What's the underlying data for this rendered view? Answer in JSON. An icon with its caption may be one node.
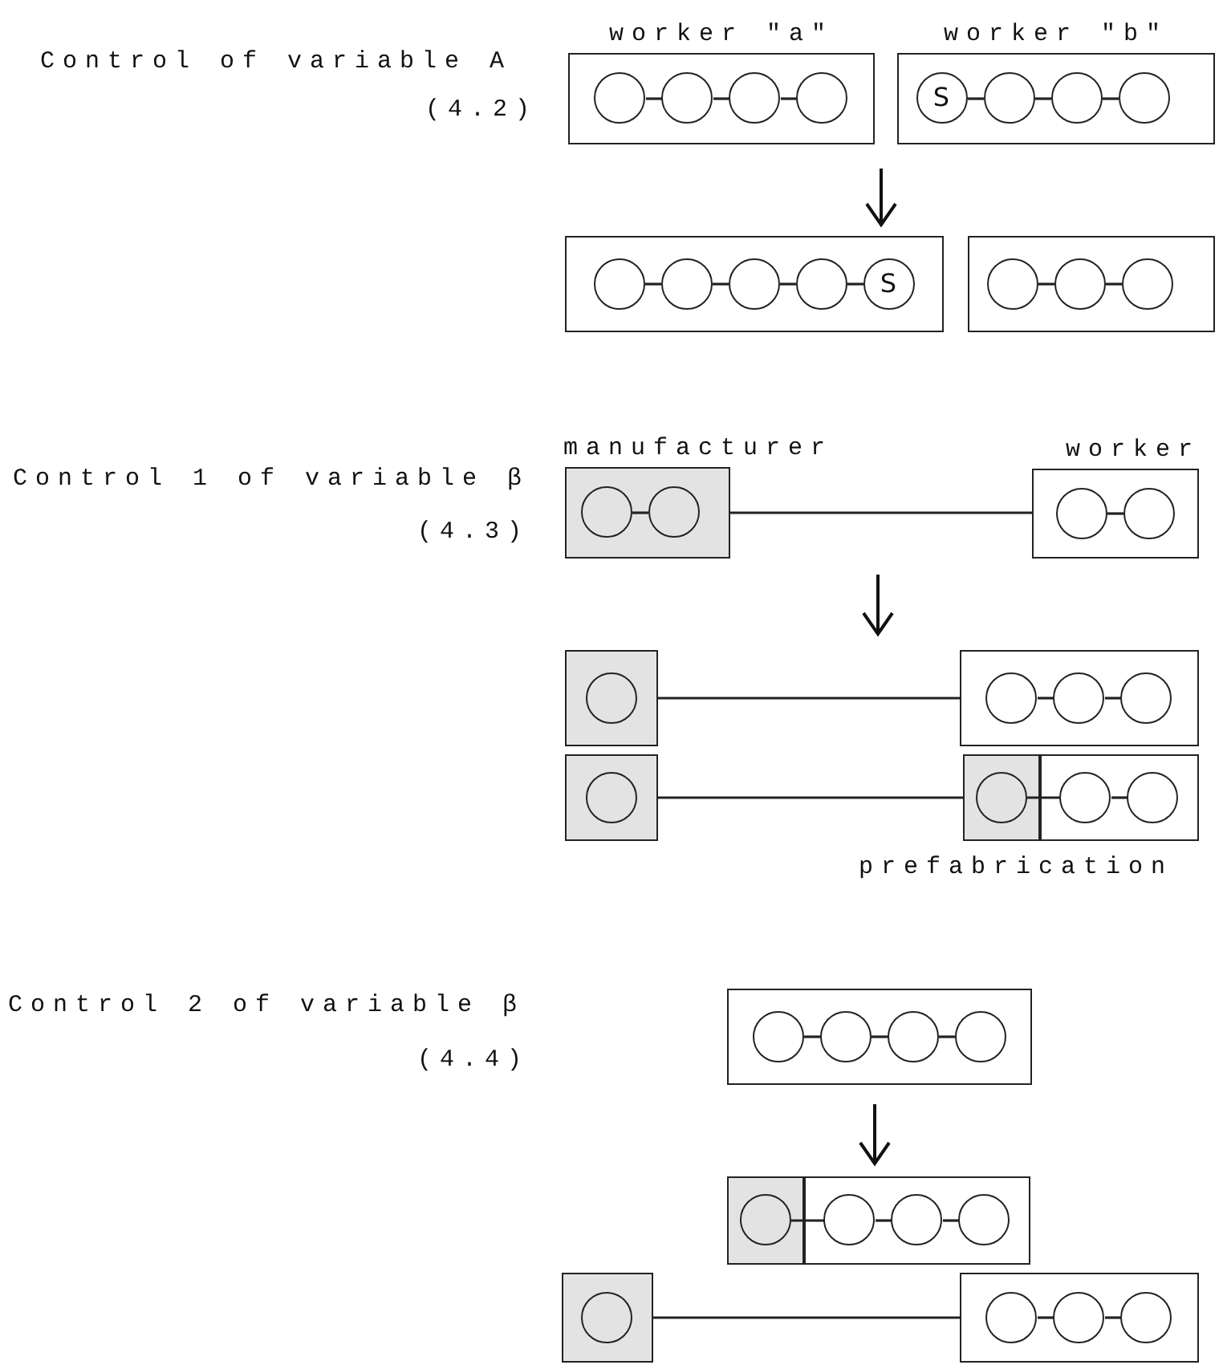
{
  "diagram": {
    "nodes": [
      {
        "text": [
          "worker \"a\""
        ]
      },
      {
        "text": [],
        "shape": "circle",
        "in": 0
      },
      {
        "text": [],
        "shape": "circle",
        "in": 0
      },
      {
        "text": [],
        "shape": "circle",
        "in": 0
      },
      {
        "text": [],
        "shape": "circle",
        "in": 0
      },
      {
        "text": [
          "worker \"b\""
        ]
      },
      {
        "text": [
          "S"
        ],
        "in": 5
      },
      {
        "text": [],
        "shape": "circle",
        "in": 5
      },
      {
        "text": [],
        "shape": "circle",
        "in": 5
      },
      {
        "text": [],
        "shape": "circle",
        "in": 5
      },
      {
        "text": [],
        "shape": "box"
      },
      {
        "text": [],
        "shape": "circle",
        "in": 10
      },
      {
        "text": [],
        "shape": "circle",
        "in": 10
      },
      {
        "text": [],
        "shape": "circle",
        "in": 10
      },
      {
        "text": [],
        "shape": "circle",
        "in": 10
      },
      {
        "text": [
          "S"
        ],
        "in": 10
      },
      {
        "text": [],
        "shape": "box"
      },
      {
        "text": [],
        "shape": "circle",
        "in": 16
      },
      {
        "text": [],
        "shape": "circle",
        "in": 16
      },
      {
        "text": [],
        "shape": "circle",
        "in": 16
      },
      {
        "text": [
          "manufacturer"
        ]
      },
      {
        "text": [],
        "shape": "circle",
        "in": 20
      },
      {
        "text": [],
        "shape": "circle",
        "in": 20
      },
      {
        "text": [
          "worker"
        ]
      },
      {
        "text": [],
        "shape": "circle",
        "in": 23
      },
      {
        "text": [],
        "shape": "circle",
        "in": 23
      },
      {
        "text": [],
        "shape": "box"
      },
      {
        "text": [],
        "shape": "circle",
        "in": 26
      },
      {
        "text": [],
        "shape": "box"
      },
      {
        "text": [],
        "shape": "circle",
        "in": 28
      },
      {
        "text": [],
        "shape": "circle",
        "in": 28
      },
      {
        "text": [],
        "shape": "circle",
        "in": 28
      },
      {
        "text": [],
        "shape": "box"
      },
      {
        "text": [],
        "shape": "circle",
        "in": 32
      },
      {
        "text": [],
        "shape": "box"
      },
      {
        "text": [],
        "shape": "circle",
        "in": 34
      },
      {
        "text": [],
        "shape": "box"
      },
      {
        "text": [],
        "shape": "circle",
        "in": 36
      },
      {
        "text": [],
        "shape": "circle",
        "in": 36
      },
      {
        "text": [],
        "shape": "box"
      },
      {
        "text": [],
        "shape": "circle",
        "in": 39
      },
      {
        "text": [],
        "shape": "circle",
        "in": 39
      },
      {
        "text": [],
        "shape": "circle",
        "in": 39
      },
      {
        "text": [],
        "shape": "circle",
        "in": 39
      },
      {
        "text": [],
        "shape": "box"
      },
      {
        "text": [],
        "shape": "circle",
        "in": 44
      },
      {
        "text": [],
        "shape": "box"
      },
      {
        "text": [],
        "shape": "circle",
        "in": 46
      },
      {
        "text": [],
        "shape": "circle",
        "in": 46
      },
      {
        "text": [],
        "shape": "circle",
        "in": 46
      },
      {
        "text": [],
        "shape": "box"
      },
      {
        "text": [],
        "shape": "circle",
        "in": 50
      },
      {
        "text": [],
        "shape": "box"
      },
      {
        "text": [],
        "shape": "circle",
        "in": 52
      },
      {
        "text": [],
        "shape": "circle",
        "in": 52
      },
      {
        "text": [],
        "shape": "circle",
        "in": 52
      }
    ],
    "edges": [
      {
        "from": 1,
        "to": 2,
        "arrow": "none"
      },
      {
        "from": 2,
        "to": 3,
        "arrow": "none"
      },
      {
        "from": 3,
        "to": 4,
        "arrow": "none"
      },
      {
        "from": 6,
        "to": 7,
        "arrow": "none"
      },
      {
        "from": 7,
        "to": 8,
        "arrow": "none"
      },
      {
        "from": 8,
        "to": 9,
        "arrow": "none"
      },
      {
        "from": 11,
        "to": 12,
        "arrow": "none"
      },
      {
        "from": 12,
        "to": 13,
        "arrow": "none"
      },
      {
        "from": 13,
        "to": 14,
        "arrow": "none"
      },
      {
        "from": 14,
        "to": 15,
        "arrow": "none"
      },
      {
        "from": 17,
        "to": 18,
        "arrow": "none"
      },
      {
        "from": 18,
        "to": 19,
        "arrow": "none"
      },
      {
        "from": 21,
        "to": 22,
        "arrow": "none"
      },
      {
        "from": 20,
        "to": 23,
        "arrow": "none"
      },
      {
        "from": 24,
        "to": 25,
        "arrow": "none"
      },
      {
        "from": 26,
        "to": 28,
        "arrow": "none"
      },
      {
        "from": 29,
        "to": 30,
        "arrow": "none"
      },
      {
        "from": 30,
        "to": 31,
        "arrow": "none"
      },
      {
        "from": 32,
        "to": 34,
        "arrow": "none"
      },
      {
        "from": 35,
        "to": 37,
        "arrow": "none"
      },
      {
        "from": 37,
        "to": 38,
        "arrow": "none"
      },
      {
        "from": 40,
        "to": 41,
        "arrow": "none"
      },
      {
        "from": 41,
        "to": 42,
        "arrow": "none"
      },
      {
        "from": 42,
        "to": 43,
        "arrow": "none"
      },
      {
        "from": 45,
        "to": 47,
        "arrow": "none"
      },
      {
        "from": 47,
        "to": 48,
        "arrow": "none"
      },
      {
        "from": 48,
        "to": 49,
        "arrow": "none"
      },
      {
        "from": 50,
        "to": 52,
        "arrow": "none"
      },
      {
        "from": 53,
        "to": 54,
        "arrow": "none"
      },
      {
        "from": 54,
        "to": 55,
        "arrow": "none"
      }
    ],
    "labels": [
      "Control of variable A",
      "(4.2)",
      "Control 1 of variable β",
      "(4.3)",
      "prefabrication",
      "Control 2 of variable β",
      "(4.4)"
    ]
  }
}
